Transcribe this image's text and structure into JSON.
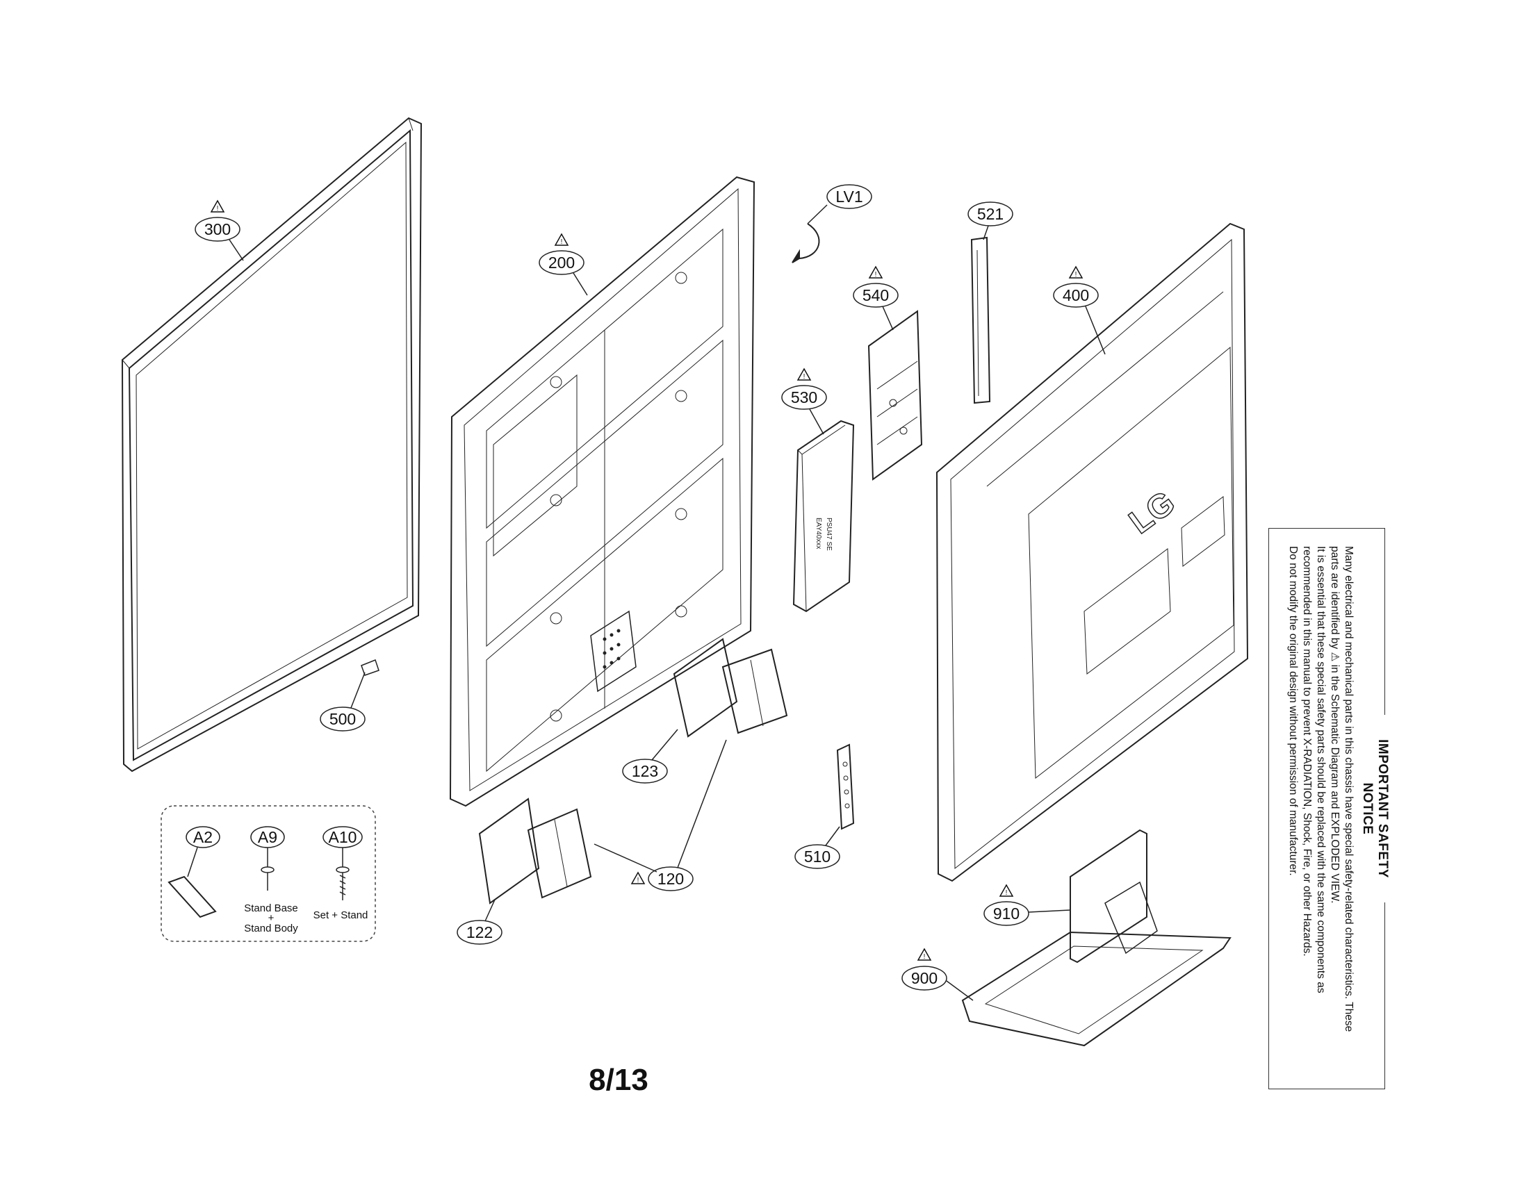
{
  "callouts": {
    "p300": "300",
    "p200": "200",
    "lv1": "LV1",
    "p521": "521",
    "p400": "400",
    "p540": "540",
    "p530": "530",
    "p500": "500",
    "p123": "123",
    "p120": "120",
    "p122": "122",
    "p510": "510",
    "p910": "910",
    "p900": "900"
  },
  "accessories": {
    "a2": "A2",
    "a9": "A9",
    "a10": "A10",
    "a9_caption_line1": "Stand Base",
    "a9_caption_line2": "+",
    "a9_caption_line3": "Stand Body",
    "a10_caption": "Set + Stand"
  },
  "page_number": "8/13",
  "safety_notice": {
    "title": "IMPORTANT SAFETY NOTICE",
    "line1": "Many electrical and mechanical parts in this chassis have special safety-related characteristics. These",
    "line2": "parts are identified by ⚠ in the Schematic Diagram and EXPLODED VIEW.",
    "line3": "It is essential that these special safety parts should be replaced with the same components as",
    "line4": "recommended in this manual to prevent X-RADIATION, Shock, Fire, or other Hazards.",
    "line5": "Do not modify the original design without permission of manufacturer."
  },
  "board_labels": {
    "psu_line1": "PSU47 SE",
    "psu_line2": "EAY40xxx",
    "logo": "LG"
  }
}
